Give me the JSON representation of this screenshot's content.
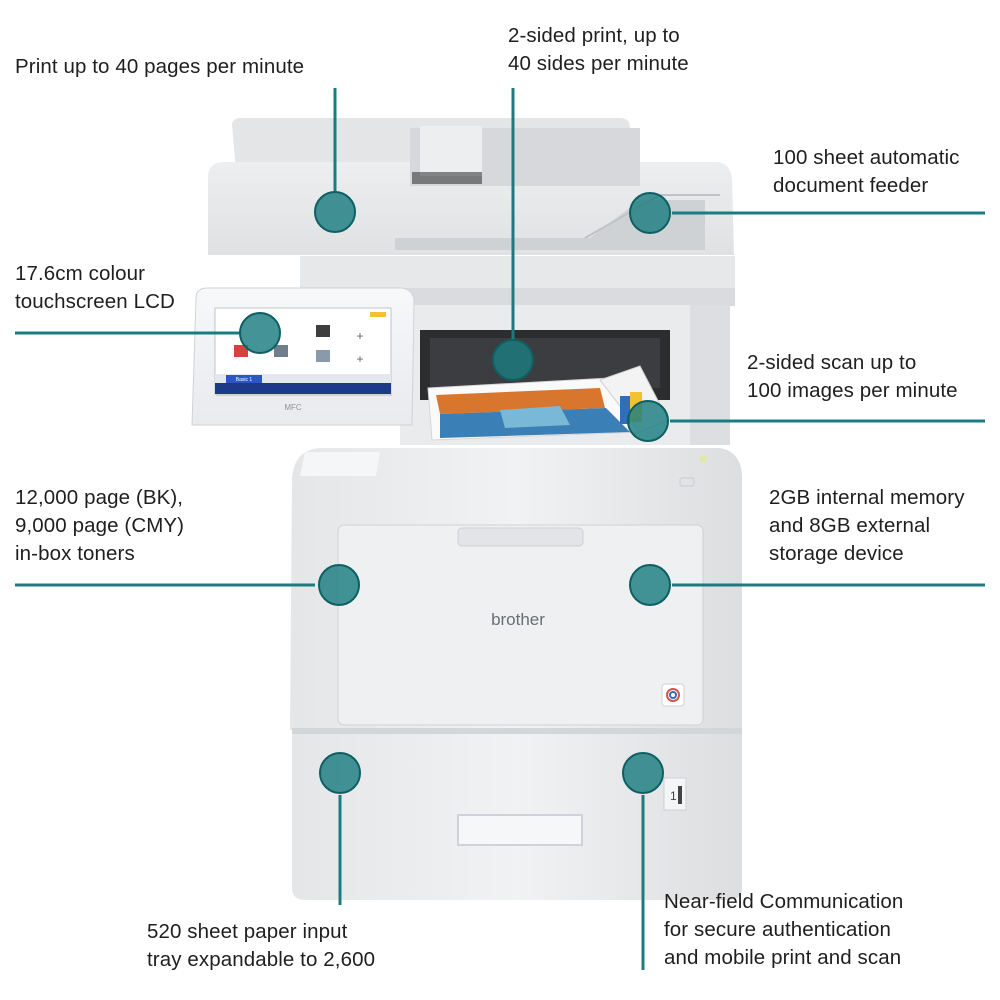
{
  "brand": "brother",
  "model_badge": "MFC",
  "accent_color": "#1b7c80",
  "callouts": [
    {
      "id": "ppm",
      "lines": [
        "Print up to 40 pages per minute"
      ]
    },
    {
      "id": "duplex-print",
      "lines": [
        "2-sided print, up to",
        "40 sides per minute"
      ]
    },
    {
      "id": "adf",
      "lines": [
        "100 sheet automatic",
        "document feeder"
      ]
    },
    {
      "id": "touchscreen",
      "lines": [
        "17.6cm colour",
        "touchscreen LCD"
      ]
    },
    {
      "id": "duplex-scan",
      "lines": [
        "2-sided scan up to",
        "100 images per minute"
      ]
    },
    {
      "id": "toners",
      "lines": [
        "12,000 page (BK),",
        "9,000 page (CMY)",
        "in-box toners"
      ]
    },
    {
      "id": "memory",
      "lines": [
        "2GB internal memory",
        "and 8GB external",
        "storage device"
      ]
    },
    {
      "id": "paper-tray",
      "lines": [
        "520 sheet paper input",
        "tray expandable to 2,600"
      ]
    },
    {
      "id": "nfc",
      "lines": [
        "Near-field Communication",
        "for secure authentication",
        "and mobile print and scan"
      ]
    }
  ]
}
